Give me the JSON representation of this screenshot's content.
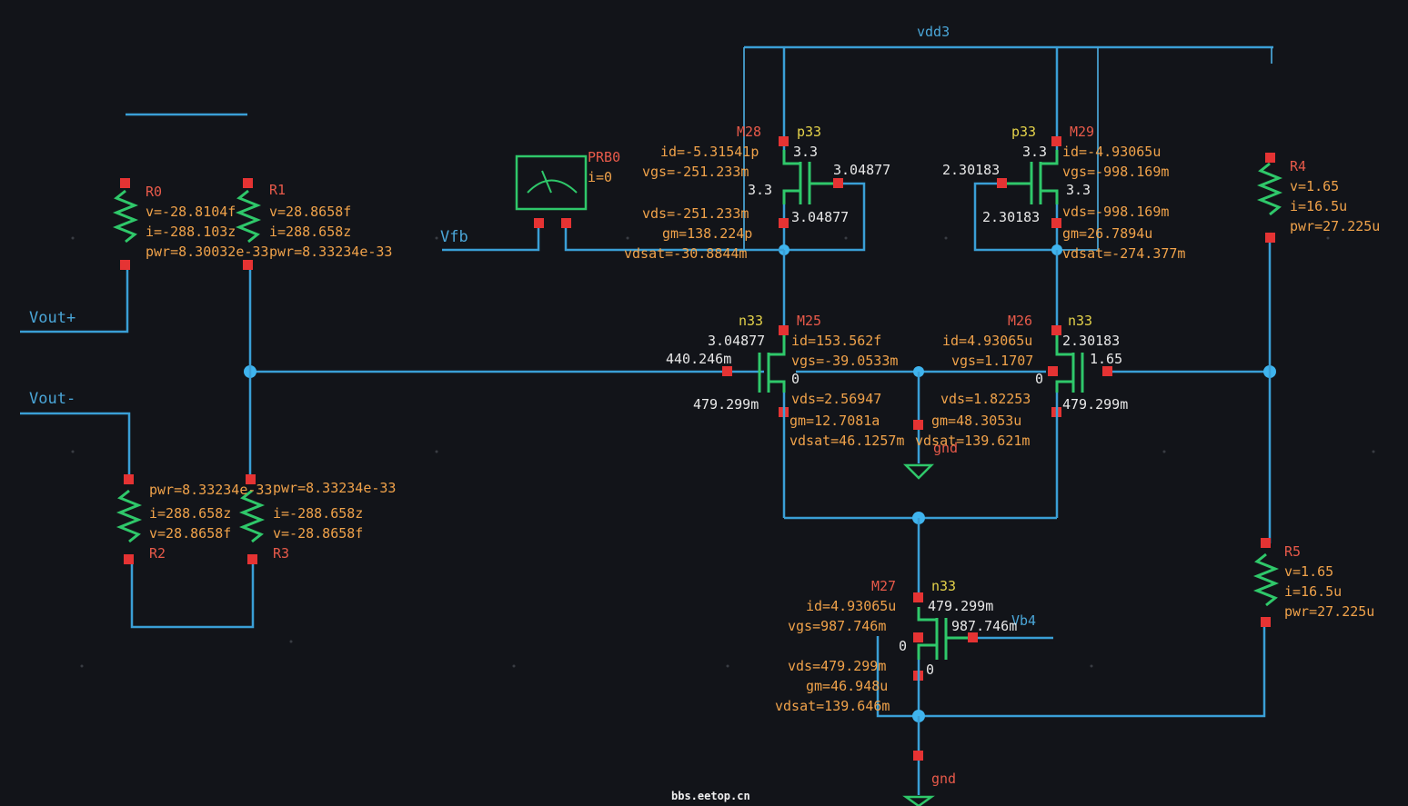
{
  "nets": {
    "vdd": "vdd3",
    "vfb": "Vfb",
    "vout_p": "Vout+",
    "vout_n": "Vout-",
    "gnd1": "gnd",
    "gnd2": "gnd",
    "vb": "Vb4"
  },
  "footer": "bbs.eetop.cn",
  "probe": {
    "name": "PRB0",
    "current": "i=0"
  },
  "resistors": {
    "R0": {
      "name": "R0",
      "v": "v=-28.8104f",
      "i": "i=-288.103z",
      "pwr": "pwr=8.30032e-33"
    },
    "R1": {
      "name": "R1",
      "v": "v=28.8658f",
      "i": "i=288.658z",
      "pwr": "pwr=8.33234e-33"
    },
    "R2": {
      "name": "R2",
      "pwr": "pwr=8.33234e-33",
      "i": "i=288.658z",
      "v": "v=28.8658f"
    },
    "R3": {
      "name": "R3",
      "pwr": "pwr=8.33234e-33",
      "i": "i=-288.658z",
      "v": "v=-28.8658f"
    },
    "R4": {
      "name": "R4",
      "v": "v=1.65",
      "i": "i=16.5u",
      "pwr": "pwr=27.225u"
    },
    "R5": {
      "name": "R5",
      "v": "v=1.65",
      "i": "i=16.5u",
      "pwr": "pwr=27.225u"
    }
  },
  "transistors": {
    "M28": {
      "name": "M28",
      "model": "p33",
      "id": "id=-5.31541p",
      "vgs": "vgs=-251.233m",
      "vds": "vds=-251.233m",
      "gm": "gm=138.224p",
      "vdsat": "vdsat=-30.8844m",
      "vs": "3.3",
      "vb": "3.3",
      "vg": "3.04877",
      "vd": "3.04877"
    },
    "M29": {
      "name": "M29",
      "model": "p33",
      "id": "id=-4.93065u",
      "vgs": "vgs=-998.169m",
      "vds": "vds=-998.169m",
      "gm": "gm=26.7894u",
      "vdsat": "vdsat=-274.377m",
      "vs": "3.3",
      "vb": "3.3",
      "vg": "2.30183",
      "vd": "2.30183"
    },
    "M25": {
      "name": "M25",
      "model": "n33",
      "id": "id=153.562f",
      "vgs": "vgs=-39.0533m",
      "vds": "vds=2.56947",
      "gm": "gm=12.7081a",
      "vdsat": "vdsat=46.1257m",
      "vd": "3.04877",
      "vg": "440.246m",
      "vs": "479.299m",
      "vb": "0"
    },
    "M26": {
      "name": "M26",
      "model": "n33",
      "id": "id=4.93065u",
      "vgs": "vgs=1.1707",
      "vds": "vds=1.82253",
      "gm": "gm=48.3053u",
      "vdsat": "vdsat=139.621m",
      "vd": "2.30183",
      "vg": "1.65",
      "vs": "479.299m",
      "vb": "0"
    },
    "M27": {
      "name": "M27",
      "model": "n33",
      "id": "id=4.93065u",
      "vgs": "vgs=987.746m",
      "vds": "vds=479.299m",
      "gm": "gm=46.948u",
      "vdsat": "vdsat=139.646m",
      "vd": "479.299m",
      "vg": "987.746m",
      "vs": "0",
      "vb": "0"
    }
  }
}
